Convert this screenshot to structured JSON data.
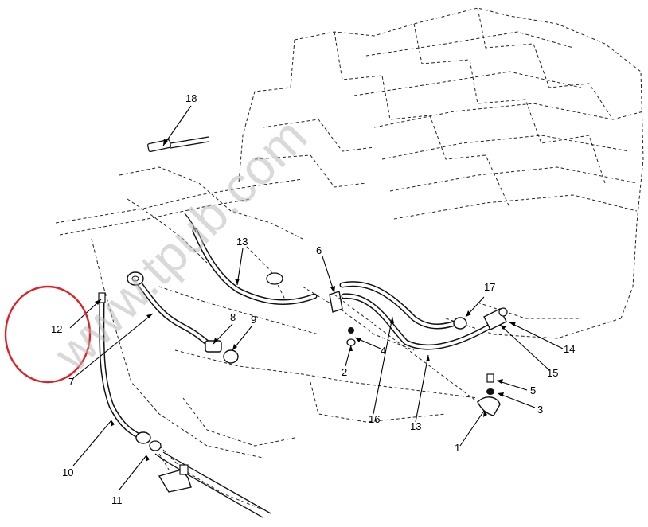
{
  "diagram": {
    "watermark": "www.tpub.com",
    "highlight_color": "#e01f26",
    "callouts": [
      {
        "id": "c1",
        "label": "1"
      },
      {
        "id": "c2",
        "label": "2"
      },
      {
        "id": "c3",
        "label": "3"
      },
      {
        "id": "c4",
        "label": "4"
      },
      {
        "id": "c5",
        "label": "5"
      },
      {
        "id": "c6",
        "label": "6"
      },
      {
        "id": "c7",
        "label": "7"
      },
      {
        "id": "c8",
        "label": "8"
      },
      {
        "id": "c9",
        "label": "9"
      },
      {
        "id": "c10",
        "label": "10"
      },
      {
        "id": "c11",
        "label": "11"
      },
      {
        "id": "c12",
        "label": "12"
      },
      {
        "id": "c13a",
        "label": "13"
      },
      {
        "id": "c13b",
        "label": "13"
      },
      {
        "id": "c14",
        "label": "14"
      },
      {
        "id": "c15",
        "label": "15"
      },
      {
        "id": "c16",
        "label": "16"
      },
      {
        "id": "c17",
        "label": "17"
      },
      {
        "id": "c18",
        "label": "18"
      }
    ]
  }
}
